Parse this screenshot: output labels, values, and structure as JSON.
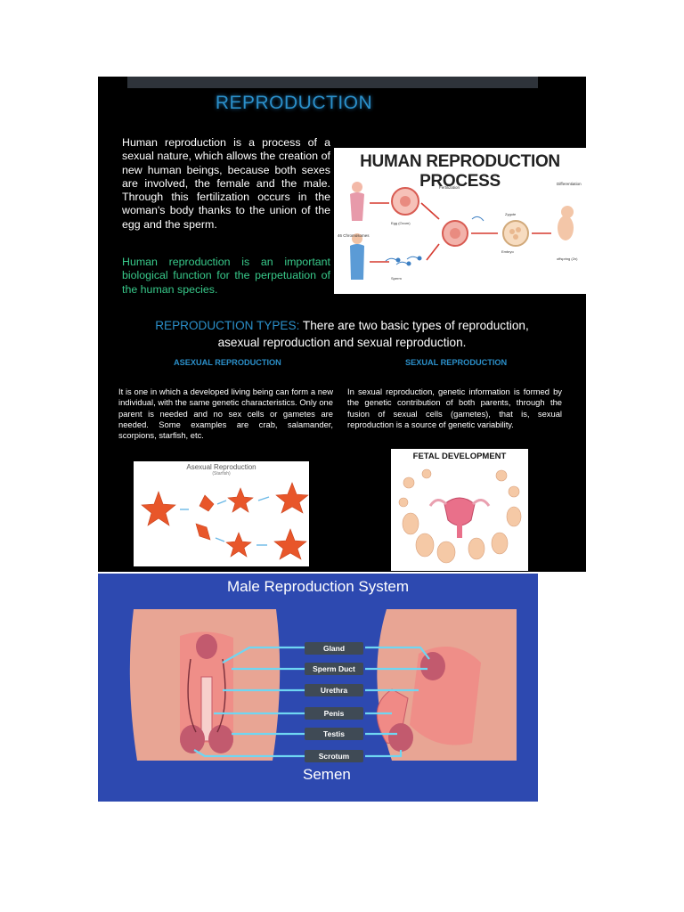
{
  "top": {
    "title": "REPRODUCTION",
    "para1": "Human reproduction is a process of a sexual nature, which allows the creation of new human beings, because both sexes are involved, the female and the male. Through this fertilization occurs in the woman's body thanks to the union of the egg and the sperm.",
    "para2": "Human reproduction is an important biological function for the perpetuation of the human species.",
    "image_title": "HUMAN REPRODUCTION PROCESS",
    "image_labels": [
      "Fertilization",
      "Differentiation",
      "Zygote",
      "Embryo",
      "offspring (2n)"
    ]
  },
  "middle": {
    "types_lead": "REPRODUCTION TYPES:",
    "types_rest": " There are two basic types of reproduction,",
    "types_line2": "asexual reproduction and sexual reproduction.",
    "asexual_heading": "ASEXUAL REPRODUCTION",
    "sexual_heading": "SEXUAL REPRODUCTION",
    "asexual_text": "It is one in which a developed living being can form a new individual, with the same genetic characteristics. Only one parent is needed and no sex cells or gametes are needed. Some examples are crab, salamander, scorpions, starfish, etc.",
    "sexual_text": "In sexual reproduction, genetic information is formed by the genetic contribution of both parents, through the fusion of sexual cells (gametes), that is, sexual reproduction is a source of genetic variability.",
    "starfish_title": "Asexual Reproduction",
    "starfish_sub": "(Starfish)",
    "fetal_title": "FETAL DEVELOPMENT"
  },
  "bottom": {
    "title": "Male Reproduction System",
    "labels": [
      "Gland",
      "Sperm Duct",
      "Urethra",
      "Penis",
      "Testis",
      "Scrotum"
    ],
    "caption": "Semen"
  },
  "colors": {
    "panel": "#000000",
    "accent_blue": "#2b8fc9",
    "accent_green": "#38c98a",
    "male_bg": "#2d49b0",
    "skin": "#e8a594",
    "organ": "#e06a78",
    "line": "#6fd6f2",
    "starfish": "#e8562a"
  }
}
